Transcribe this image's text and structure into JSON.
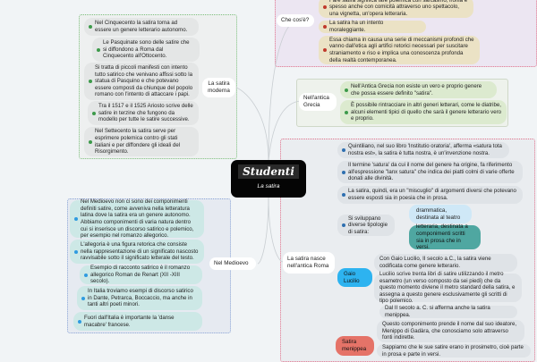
{
  "central": {
    "title": "Studenti",
    "subtitle": "La satira"
  },
  "moderna": {
    "label": "La satira moderna",
    "items": [
      "Nel Cinquecento la satira torna ad essere un genere letterario autonomo.",
      "Le Pasquinate sono delle satire che si diffondono a Roma dal Cinquecento all'Ottocento.",
      "Si tratta di piccoli manifesti con intento tutto satirico che venivano affissi sotto la statua di Pasquino e che potevano essere composti da chiunque del popolo romano con l'intento di attaccare i papi.",
      "Tra il 1517 e il 1525 Ariosto scrive delle satire in terzine che fungono da modello per tutte le satire successive.",
      "Nel Settecento la satira serve per esprimere polemica contro gli stati italiani e per diffondere gli ideali del Risorgimento."
    ]
  },
  "checose": {
    "label": "Che cos'è?",
    "items": [
      "Fare satira significa fare polemica con sarcasmo, ironia e spesso anche con comicità attraverso uno spettacolo, una vignetta, un'opera letteraria.",
      "La satira ha un intento moraleggiante.",
      "Essa chiama in causa una serie di meccanismi profondi che vanno dall'etica agli artifici retorici necessari per suscitare straniamento e riso e implica una conoscenza profonda della realtà contemporanea."
    ]
  },
  "grecia": {
    "label": "Nell'antica Grecia",
    "items": [
      "Nell'Antica Grecia non esiste un vero e proprio genere che possa essere definito \"satira\".",
      "È possibile rintracciare in altri generi letterari, come le diatribe, alcuni elementi tipici di quello che sarà il genere letterario vero e proprio."
    ]
  },
  "roma": {
    "label": "La satira nasce nell'antica Roma",
    "items": [
      "Quintiliano, nel suo libro 'Institutio oratoria', afferma «satura tota nostra est», la satira è tutta nostra, è un'invenzione nostra.",
      "Il termine 'satura' da cui il nome del genere ha origine, fa riferimento all'espressione \"lanx satura\" che indica dei piatti colmi di varie offerte donati alle divinità.",
      "La satira, quindi, era un \"miscuglio\" di argomenti diversi che potevano essere esposti sia in poesia che in prosa.",
      "Si sviluppano diverse tipologie di satira:"
    ],
    "tipologie": [
      "drammatica, destinata al teatro",
      "letteraria, destinata a componimenti scritti sia in prosa che in versi."
    ],
    "lucilio": {
      "label": "Gaio Lucilio",
      "items": [
        "Con Gaio Lucilio, II secolo a.C., la satira viene codificata come genere letterario.",
        "Lucilio scrive trenta libri di satire utilizzando il metro esametro (un verso composto da sei piedi) che da questo momento diviene il metro standard della satira, e assegna a questo genere esclusivamente gli scritti di tipo polemico."
      ]
    },
    "menippea": {
      "label": "Satira menippea",
      "items": [
        "Dal II secolo a. C. si afferma anche la satira menippea.",
        "Questo componimento prende il nome dal suo ideatore, Menippo di Gadàra, che conosciamo solo attraverso fonti indirette.",
        "Sappiamo che le sue satire erano in prosimetro, cioè parte in prosa e parte in versi."
      ]
    }
  },
  "medioevo": {
    "label": "Nel Medioevo",
    "items": [
      "Nel Medioevo non ci sono dei componimenti definiti satire, come avveniva nella letteratura latina dove la satira era un genere autonomo. Abbiamo componimenti di varia natura dentro cui si inserisce un discorso satirico e polemico, per esempio nel romanzo allegorico.",
      "L'allegoria è una figura retorica che consiste nella rappresentazione di un significato nascosto ravvisabile sotto il significato letterale del testo.",
      "Esempio di racconto satirico è il romanzo allegorico Roman de Renart (XII -XIII secolo).",
      "In Italia troviamo esempi di discorso satirico in Dante, Petrarca, Boccaccio, ma anche in tanti altri poeti minori.",
      "Fuori dall'Italia è importante la 'danse macabre' francese."
    ]
  },
  "colors": {
    "moderna_dot": "#3d9a4a",
    "checose_dot": "#c0392b",
    "grecia_dot": "#3d9a4a",
    "roma_dot": "#2e6fb0",
    "medioevo_dot": "#2f9be0",
    "lucilio": "#2db3f0",
    "menippea": "#e57368",
    "drammatica": "#cfe8f7",
    "letteraria": "#4fa7a1"
  }
}
